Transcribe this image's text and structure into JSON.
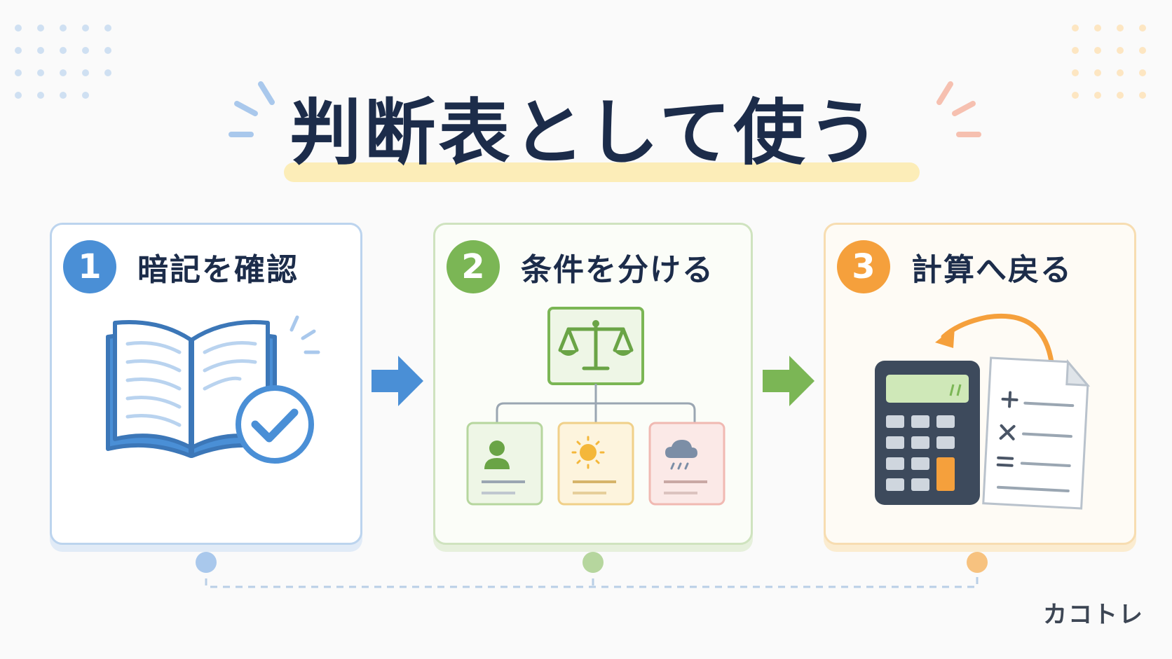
{
  "title": "判断表として使う",
  "steps": [
    {
      "number": "1",
      "label": "暗記を確認",
      "color": "#4a8fd6"
    },
    {
      "number": "2",
      "label": "条件を分ける",
      "color": "#7bb655"
    },
    {
      "number": "3",
      "label": "計算へ戻る",
      "color": "#f5a03c"
    }
  ],
  "brand": "カコトレ",
  "colors": {
    "title": "#1c2c4a",
    "blue": "#4a8fd6",
    "green": "#7bb655",
    "orange": "#f5a03c",
    "highlight": "#fcedb8"
  },
  "icons": {
    "step1": "open-book-with-check-icon",
    "step2": "balance-scale-tree-icon",
    "step3": "calculator-and-formula-sheet-icon"
  }
}
